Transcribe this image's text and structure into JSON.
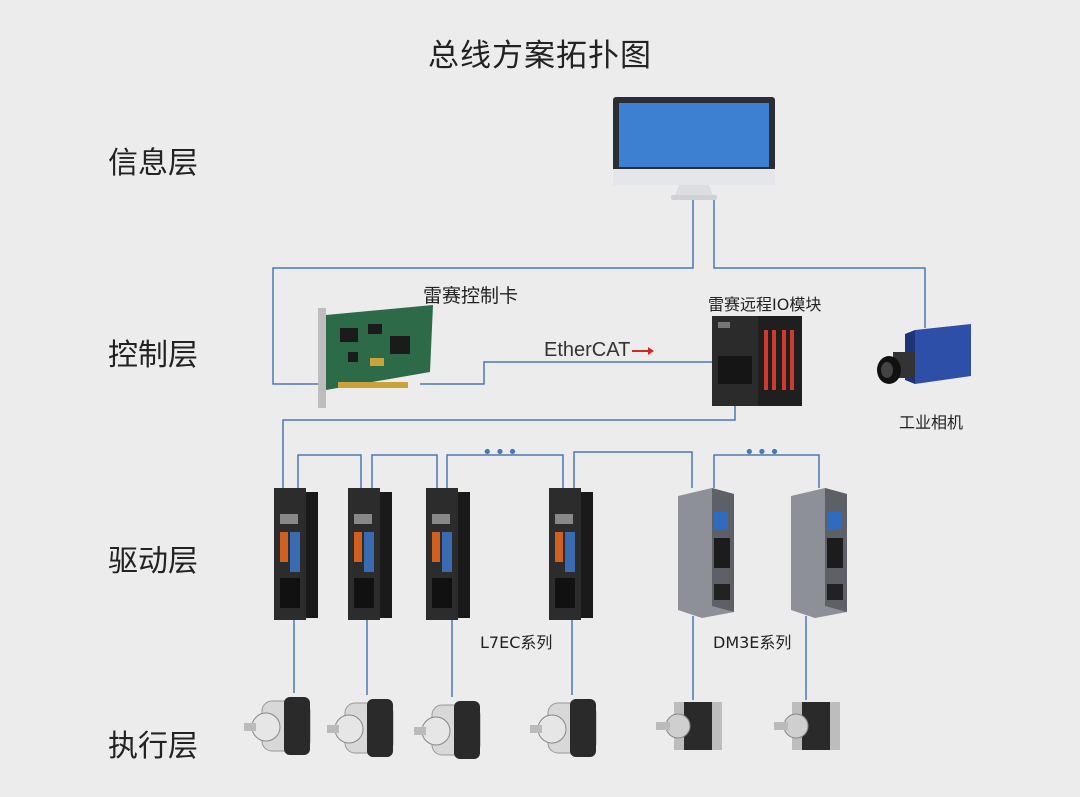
{
  "title": "总线方案拓扑图",
  "layers": {
    "info": "信息层",
    "control": "控制层",
    "drive": "驱动层",
    "actuator": "执行层"
  },
  "devices": {
    "pc": "",
    "control_card": "雷赛控制卡",
    "ethercat": "EtherCAT",
    "remote_io": "雷赛远程IO模块",
    "camera": "工业相机",
    "servo_series": "L7EC系列",
    "stepper_series": "DM3E系列"
  },
  "ellipsis": "•••",
  "colors": {
    "wire": "#4a78b5",
    "screen": "#3d7fd0",
    "background": "#ececec"
  }
}
